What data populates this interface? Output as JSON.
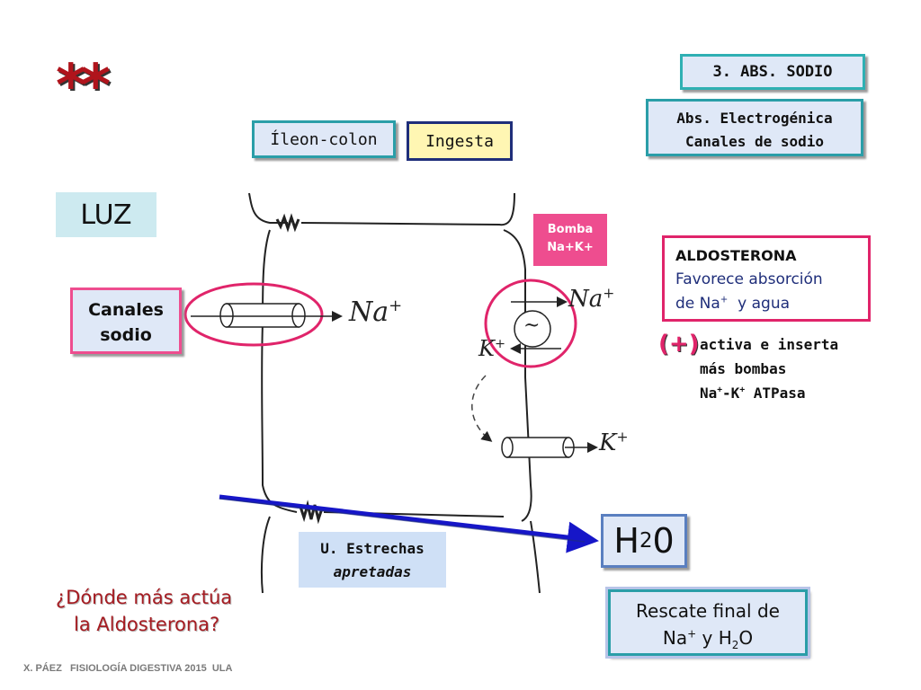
{
  "stars": "**",
  "section_box": "3. ABS. SODIO",
  "abs_box": {
    "line1": "Abs. Electrogénica",
    "line2": "Canales de sodio"
  },
  "ileon_box": "Íleon-colon",
  "ingesta_box": "Ingesta",
  "luz_box": "LUZ",
  "bomba_box": {
    "line1": "Bomba",
    "line2": "Na+K+"
  },
  "aldosterona_box": {
    "title": "ALDOSTERONA",
    "line2": "Favorece absorción",
    "line3_pre": "de Na",
    "line3_sup": "+",
    "line3_post": "  y agua"
  },
  "plus_mark": "(+)",
  "activa_text": {
    "line1": "activa e inserta",
    "line2": "más bombas",
    "line3_a": "Na",
    "line3_sup1": "+",
    "line3_b": "-K",
    "line3_sup2": "+",
    "line3_c": " ATPasa"
  },
  "canales_box": {
    "line1": "Canales",
    "line2": "sodio"
  },
  "hand_labels": {
    "na_left": "Na",
    "na_right": "Na",
    "k_left": "K",
    "k_right": "K",
    "sup": "+",
    "pump": "~"
  },
  "uniones_box": {
    "line1": "U. Estrechas",
    "line2": "apretadas"
  },
  "h2o_box": {
    "h": "H",
    "sub": "2",
    "o": "0"
  },
  "question": {
    "line1": "¿Dónde más actúa",
    "line2": "la Aldosterona?"
  },
  "rescate_box": {
    "line1": "Rescate final de",
    "line2_a": "Na",
    "line2_sup": "+",
    "line2_b": " y H",
    "line2_sub": "2",
    "line2_c": "O"
  },
  "footer": "X. PÁEZ   FISIOLOGÍA DIGESTIVA 2015  ULA",
  "colors": {
    "teal": "#2a9ea8",
    "magenta": "#e0246a",
    "pink_fill": "#ee4d8f",
    "light_blue": "#dfe8f7",
    "yellow": "#fff6b3",
    "navy": "#1f2e7a",
    "arrow": "#1616c8",
    "question": "#a51c22"
  }
}
